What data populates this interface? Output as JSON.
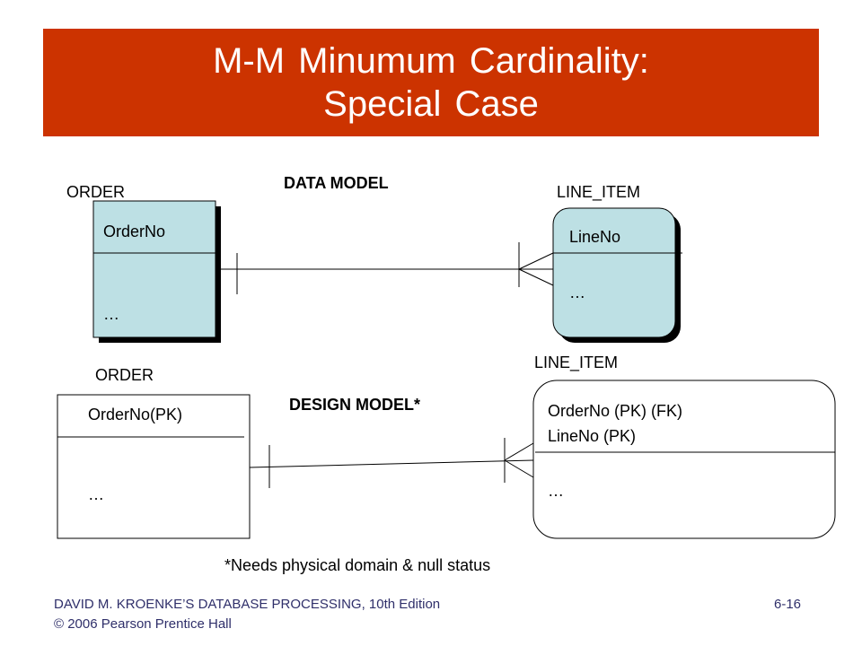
{
  "title": {
    "line1": "M-M Minumum Cardinality:",
    "line2": "Special Case"
  },
  "data_model": {
    "heading": "DATA MODEL",
    "order": {
      "label": "ORDER",
      "key": "OrderNo",
      "ellipsis": "…"
    },
    "line_item": {
      "label": "LINE_ITEM",
      "key": "LineNo",
      "ellipsis": "…"
    }
  },
  "design_model": {
    "heading": "DESIGN MODEL*",
    "order": {
      "label": "ORDER",
      "key": "OrderNo(PK)",
      "ellipsis": "…"
    },
    "line_item": {
      "label": "LINE_ITEM",
      "key1": "OrderNo (PK) (FK)",
      "key2": "LineNo (PK)",
      "ellipsis": "…"
    }
  },
  "note": "*Needs physical domain & null status",
  "footer": {
    "line1": "DAVID M. KROENKE’S DATABASE PROCESSING, 10th Edition",
    "line2": "© 2006 Pearson Prentice Hall",
    "page": "6-16"
  },
  "colors": {
    "title_bg": "#cc3300",
    "entity_fill": "#bde0e4",
    "footer_text": "#2f2f6a"
  }
}
